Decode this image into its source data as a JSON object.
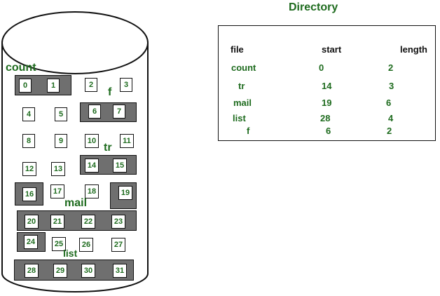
{
  "directory": {
    "title": "Directory",
    "headers": [
      "file",
      "start",
      "length"
    ],
    "rows": [
      {
        "file": "count",
        "start": "0",
        "length": "2"
      },
      {
        "file": "tr",
        "start": "14",
        "length": "3"
      },
      {
        "file": "mail",
        "start": "19",
        "length": "6"
      },
      {
        "file": "list",
        "start": "28",
        "length": "4"
      },
      {
        "file": "f",
        "start": "6",
        "length": "2"
      }
    ]
  },
  "disk": {
    "blocks": [
      "0",
      "1",
      "2",
      "3",
      "4",
      "5",
      "6",
      "7",
      "8",
      "9",
      "10",
      "11",
      "12",
      "13",
      "14",
      "15",
      "16",
      "17",
      "18",
      "19",
      "20",
      "21",
      "22",
      "23",
      "24",
      "25",
      "26",
      "27",
      "28",
      "29",
      "30",
      "31"
    ],
    "file_labels": [
      "count",
      "f",
      "tr",
      "mail",
      "list"
    ]
  },
  "colors": {
    "accent_text": "#1e6b1e",
    "allocated_fill": "#6f6f6f",
    "outline": "#111111"
  }
}
